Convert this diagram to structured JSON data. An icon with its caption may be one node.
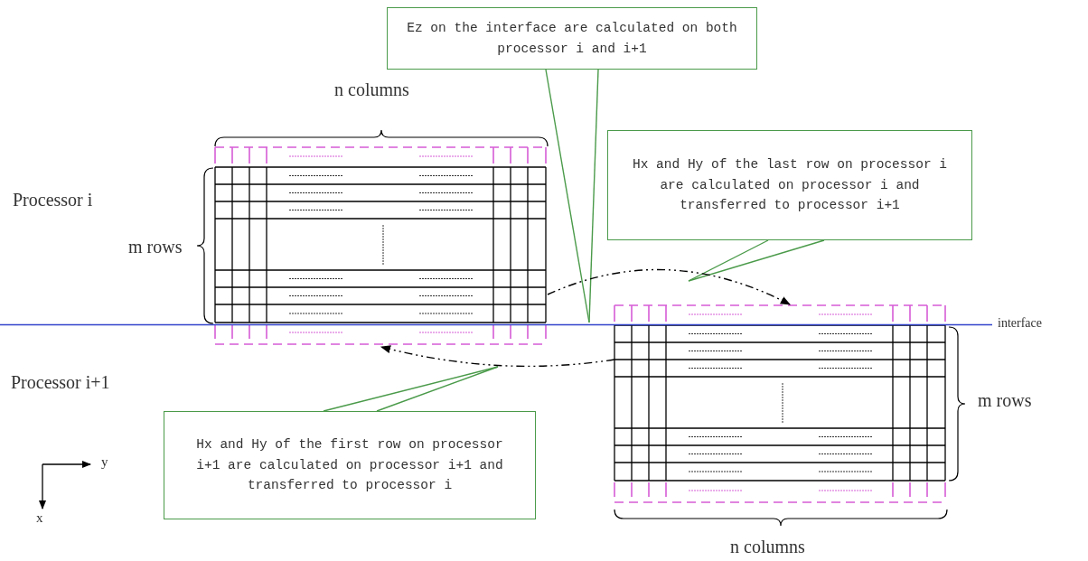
{
  "diagram": {
    "nodes": [
      {
        "text": [
          "Ez on the interface are calculated on both processor i and i+1"
        ]
      },
      {
        "text": [
          "Hx and Hy of the last row on processor i are calculated on processor i and transferred to processor i+1"
        ]
      },
      {
        "text": [
          "Hx and Hy of the first row on processor i+1 are calculated on processor i+1 and transferred to processor i"
        ]
      },
      {
        "text": [],
        "shape": "box"
      },
      {
        "text": [],
        "shape": "box"
      }
    ],
    "edges": [
      {
        "from": 0,
        "to": null,
        "arrow": "none"
      },
      {
        "from": 1,
        "to": null,
        "arrow": "none"
      },
      {
        "from": 2,
        "to": null,
        "arrow": "none"
      },
      {
        "from": 3,
        "to": 4,
        "arrow": "to",
        "style": "dashed",
        "color": "#000000"
      },
      {
        "from": 4,
        "to": 3,
        "arrow": "to",
        "style": "dashed",
        "color": "#000000"
      }
    ],
    "labels": [
      "n columns",
      "Processor i",
      "m rows",
      "interface",
      "Processor i+1",
      "m rows",
      "y",
      "x",
      "n columns"
    ]
  }
}
